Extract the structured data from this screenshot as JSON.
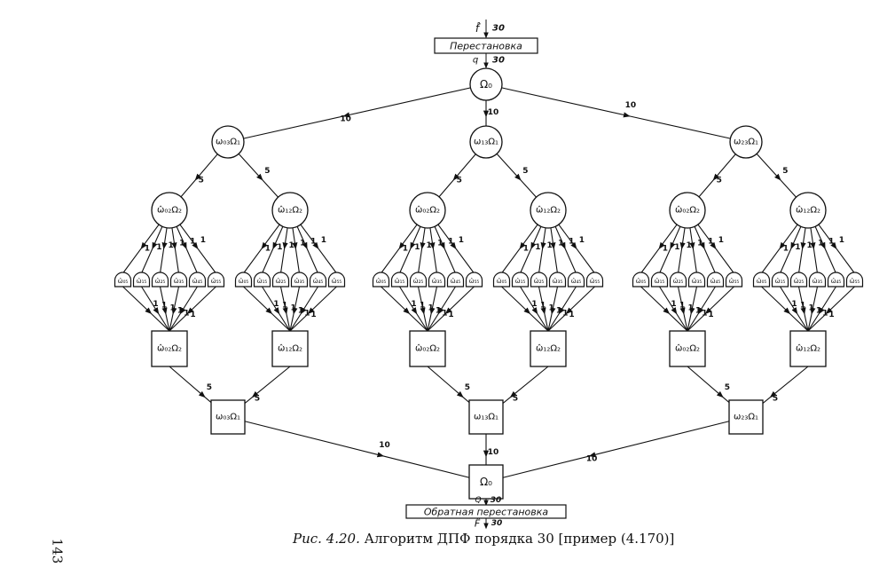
{
  "top": {
    "input_label": "f̂",
    "input_count": "30",
    "permute_label": "Перестановка",
    "q_label": "q",
    "q_count": "30"
  },
  "root": {
    "label": "Ω₀",
    "edge_weight": "10"
  },
  "groups": [
    {
      "node": "ω₀₃Ω₁",
      "edge_weight": "5",
      "box": "ω₀₃Ω₁",
      "subs": [
        {
          "node": "ω̂₀₂Ω₂",
          "box": "ω̂₀₂Ω₂",
          "leaf_weight": "1",
          "leaves": [
            "ω̂₀₅",
            "ω̂₁₅",
            "ω̂₂₅",
            "ω̂₃₅",
            "ω̂₄₅",
            "ω̂₅₅"
          ]
        },
        {
          "node": "ω̂₁₂Ω₂",
          "box": "ω̂₁₂Ω₂",
          "leaf_weight": "1",
          "leaves": [
            "ω̂₀₅",
            "ω̂₁₅",
            "ω̂₂₅",
            "ω̂₃₅",
            "ω̂₄₅",
            "ω̂₅₅"
          ]
        }
      ]
    },
    {
      "node": "ω₁₃Ω₁",
      "edge_weight": "5",
      "box": "ω₁₃Ω₁",
      "subs": [
        {
          "node": "ω̂₀₂Ω₂",
          "box": "ω̂₀₂Ω₂",
          "leaf_weight": "1",
          "leaves": [
            "ω̂₀₅",
            "ω̂₁₅",
            "ω̂₂₅",
            "ω̂₃₅",
            "ω̂₄₅",
            "ω̂₅₅"
          ]
        },
        {
          "node": "ω̂₁₂Ω₂",
          "box": "ω̂₁₂Ω₂",
          "leaf_weight": "1",
          "leaves": [
            "ω̂₀₅",
            "ω̂₁₅",
            "ω̂₂₅",
            "ω̂₃₅",
            "ω̂₄₅",
            "ω̂₅₅"
          ]
        }
      ]
    },
    {
      "node": "ω₂₃Ω₁",
      "edge_weight": "5",
      "box": "ω₂₃Ω₁",
      "subs": [
        {
          "node": "ω̂₀₂Ω₂",
          "box": "ω̂₀₂Ω₂",
          "leaf_weight": "1",
          "leaves": [
            "ω̂₀₅",
            "ω̂₁₅",
            "ω̂₂₅",
            "ω̂₃₅",
            "ω̂₄₅",
            "ω̂₅₅"
          ]
        },
        {
          "node": "ω̂₁₂Ω₂",
          "box": "ω̂₁₂Ω₂",
          "leaf_weight": "1",
          "leaves": [
            "ω̂₀₅",
            "ω̂₁₅",
            "ω̂₂₅",
            "ω̂₃₅",
            "ω̂₄₅",
            "ω̂₅₅"
          ]
        }
      ]
    }
  ],
  "bottom": {
    "box": "Ω₀",
    "edge_weight": "10",
    "q_label": "Q",
    "q_count": "30",
    "inverse_label": "Обратная перестановка",
    "output_label": "F̂",
    "output_count": "30"
  },
  "caption": {
    "lead": "Рис. 4.20.",
    "text": "Алгоритм ДПФ порядка 30 [пример (4.170)]"
  },
  "page_number": "143"
}
